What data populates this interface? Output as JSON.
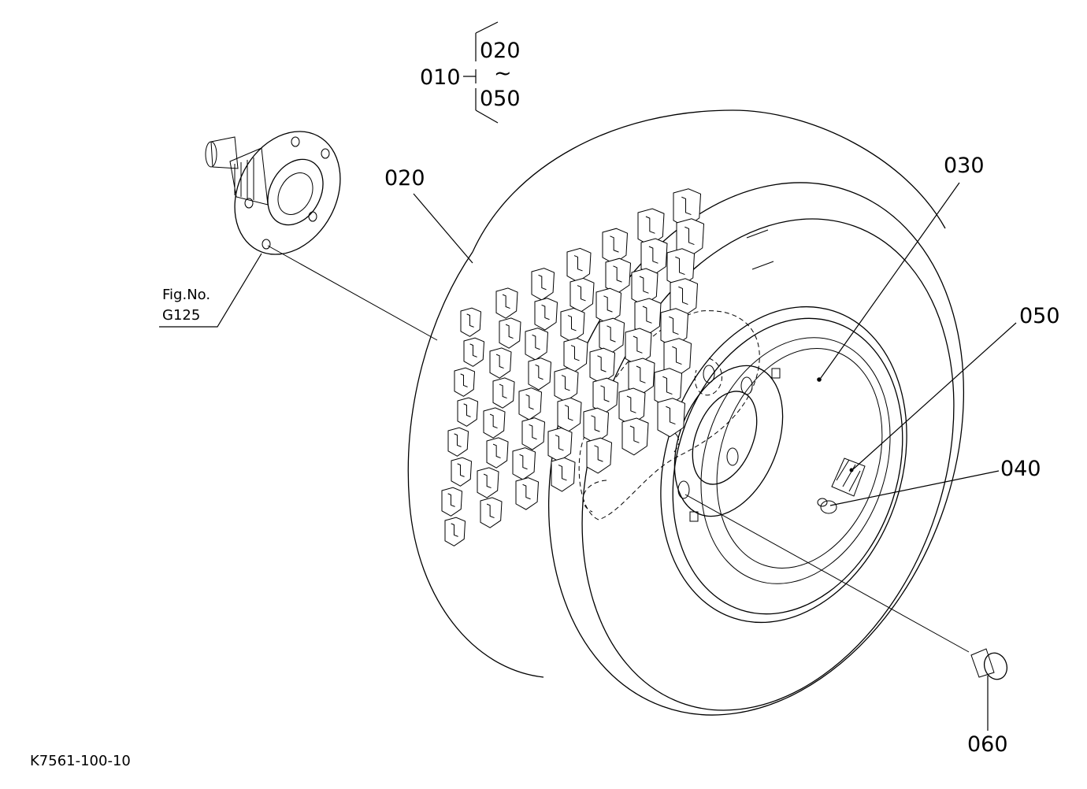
{
  "labels": {
    "set_main": "010",
    "set_range_start": "020",
    "set_range_tilde": "~",
    "set_range_end": "050",
    "tire": "020",
    "rim": "030",
    "valve_tag": "050",
    "valve": "040",
    "bolt": "060",
    "fig_ref_line1": "Fig.No.",
    "fig_ref_line2": "G125",
    "drawing_code": "K7561-100-10"
  },
  "colors": {
    "ink": "#000000",
    "paper": "#ffffff"
  }
}
